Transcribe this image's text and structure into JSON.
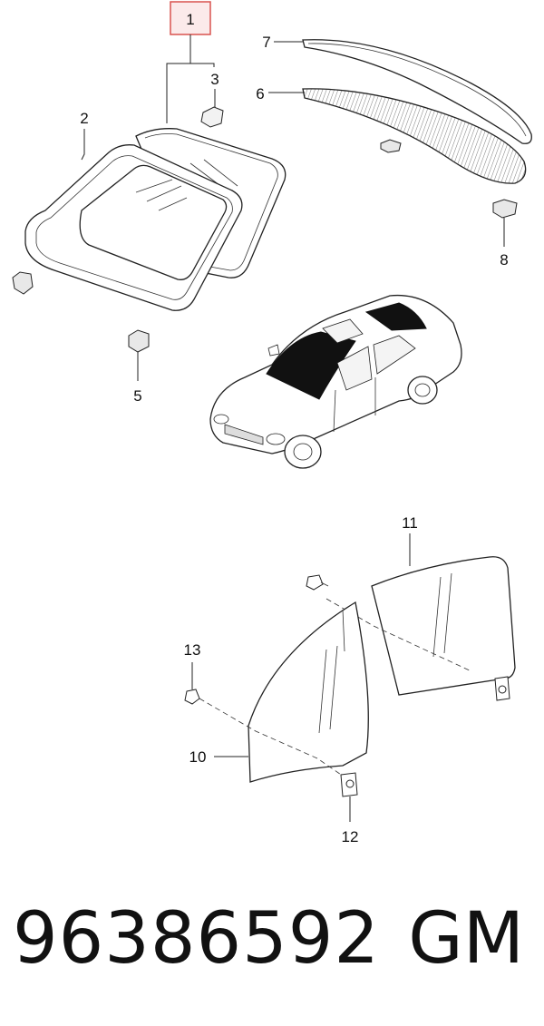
{
  "callouts": {
    "c1": "1",
    "c2": "2",
    "c3": "3",
    "c5": "5",
    "c6": "6",
    "c7": "7",
    "c8": "8",
    "c10": "10",
    "c11": "11",
    "c12": "12",
    "c13": "13"
  },
  "highlight_color": "#d9534f",
  "footer": {
    "part_number": "96386592",
    "brand": "GM"
  }
}
